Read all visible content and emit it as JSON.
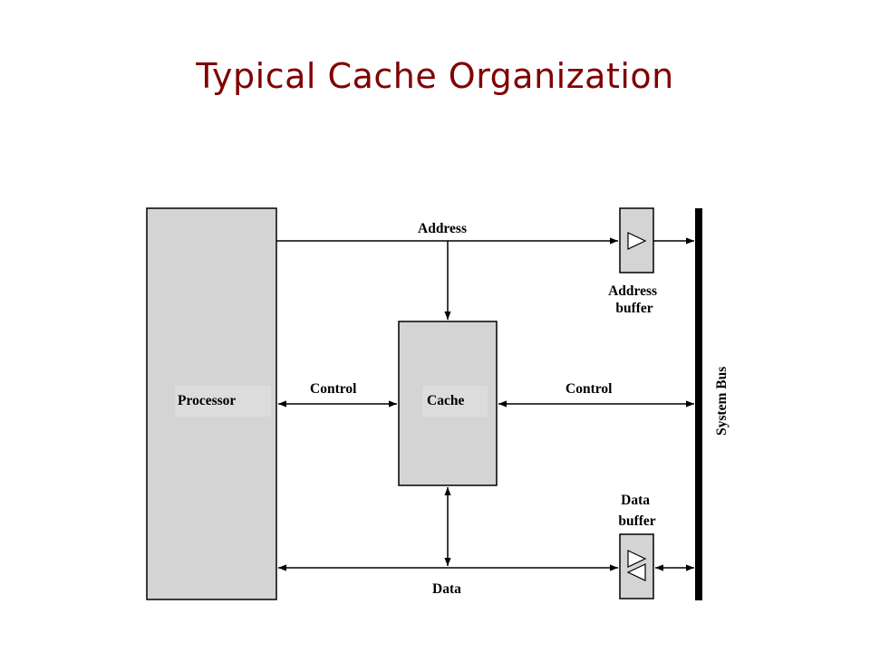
{
  "title": "Typical Cache Organization",
  "diagram": {
    "blocks": {
      "processor": "Processor",
      "cache": "Cache",
      "address_buffer": [
        "Address",
        "buffer"
      ],
      "data_buffer": [
        "Data",
        "buffer"
      ],
      "system_bus": "System Bus"
    },
    "lines": {
      "address": "Address",
      "control_left": "Control",
      "control_right": "Control",
      "data": "Data"
    },
    "colors": {
      "title": "#800000",
      "block_fill": "#d4d4d4",
      "stroke": "#000000"
    }
  }
}
